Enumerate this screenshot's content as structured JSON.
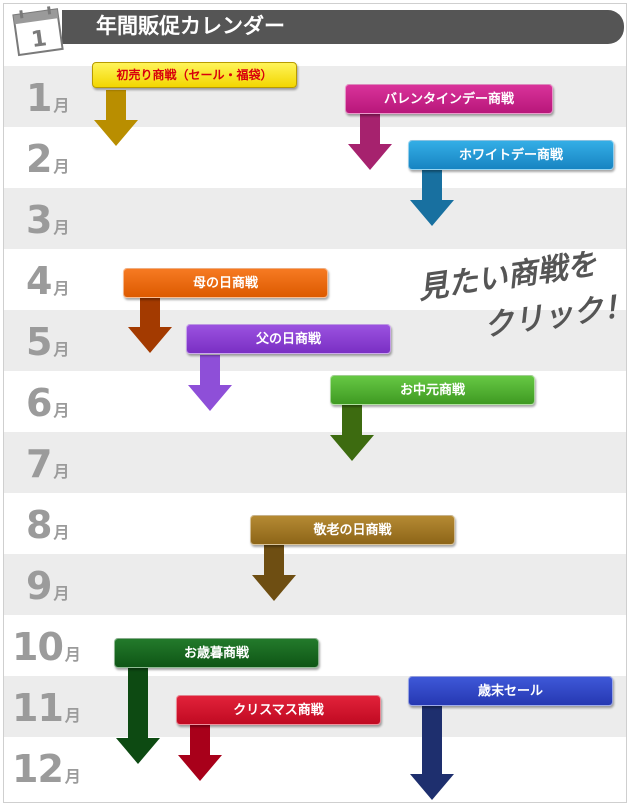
{
  "header": {
    "title": "年間販促カレンダー",
    "icon": "calendar-icon",
    "icon_number": "1"
  },
  "months": [
    {
      "num": "1",
      "unit": "月"
    },
    {
      "num": "2",
      "unit": "月"
    },
    {
      "num": "3",
      "unit": "月"
    },
    {
      "num": "4",
      "unit": "月"
    },
    {
      "num": "5",
      "unit": "月"
    },
    {
      "num": "6",
      "unit": "月"
    },
    {
      "num": "7",
      "unit": "月"
    },
    {
      "num": "8",
      "unit": "月"
    },
    {
      "num": "9",
      "unit": "月"
    },
    {
      "num": "10",
      "unit": "月"
    },
    {
      "num": "11",
      "unit": "月"
    },
    {
      "num": "12",
      "unit": "月"
    }
  ],
  "campaigns": [
    {
      "label": "初売り商戦（セール・福袋）",
      "color": "#f7e81c"
    },
    {
      "label": "バレンタインデー商戦",
      "color": "#c8228a"
    },
    {
      "label": "ホワイトデー商戦",
      "color": "#1e9ad6"
    },
    {
      "label": "母の日商戦",
      "color": "#ee6a10"
    },
    {
      "label": "父の日商戦",
      "color": "#8b3fd6"
    },
    {
      "label": "お中元商戦",
      "color": "#52b432"
    },
    {
      "label": "敬老の日商戦",
      "color": "#a37a22"
    },
    {
      "label": "お歳暮商戦",
      "color": "#17631f"
    },
    {
      "label": "クリスマス商戦",
      "color": "#d4112b"
    },
    {
      "label": "歳末セール",
      "color": "#2c45c8"
    }
  ],
  "hint": {
    "line1": "見たい商戦を",
    "line2": "クリック！"
  }
}
